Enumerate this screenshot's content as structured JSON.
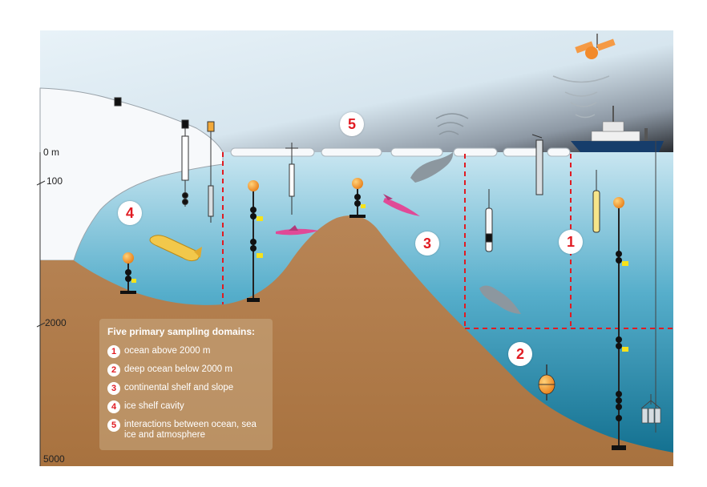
{
  "depth_labels": [
    "0 m",
    "100",
    "2000",
    "5000"
  ],
  "domain_badges": [
    "1",
    "2",
    "3",
    "4",
    "5"
  ],
  "legend": {
    "title": "Five primary sampling domains:",
    "items": [
      {
        "number": "1",
        "text": "ocean above 2000 m"
      },
      {
        "number": "2",
        "text": "deep ocean below 2000 m"
      },
      {
        "number": "3",
        "text": "continental shelf and slope"
      },
      {
        "number": "4",
        "text": "ice shelf cavity"
      },
      {
        "number": "5",
        "text": "interactions between ocean, sea ice and atmosphere"
      }
    ]
  },
  "colors": {
    "sky_top": "#1a1c20",
    "sky_bottom": "#e8f2f8",
    "ocean_top": "#c9e6f1",
    "ocean_bottom": "#0e6c8c",
    "seafloor": "#b88556",
    "ice": "#f7f9fb",
    "domain_line": "#e11b22",
    "float_orange": "#f29a1f",
    "glider_pink": "#e04a97",
    "auv_yellow": "#f2c84b"
  },
  "icons": [
    "satellite-icon",
    "ship-icon",
    "seal-icon",
    "glider-icon",
    "auv-icon",
    "profiling-float-icon",
    "mooring-icon",
    "ice-tethered-profiler-icon",
    "deep-float-icon",
    "ctd-rosette-icon"
  ]
}
